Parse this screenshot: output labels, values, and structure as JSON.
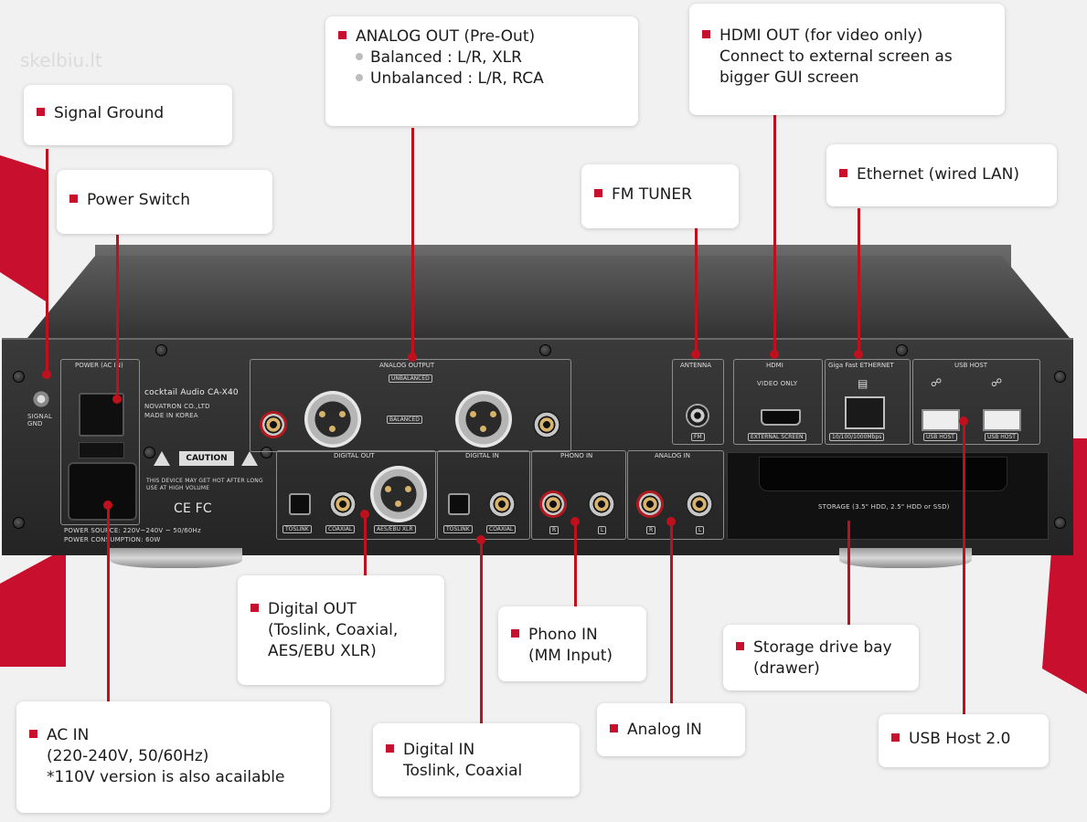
{
  "watermark": "skelbiu.lt",
  "device": {
    "brand": "cocktail Audio CA-X40",
    "maker": "NOVATRON CO.,LTD",
    "made_in": "MADE IN KOREA",
    "caution": "CAUTION",
    "warning": "THIS DEVICE MAY GET HOT AFTER LONG USE AT HIGH VOLUME",
    "power_source": "POWER SOURCE: 220V~240V ~ 50/60Hz",
    "power_consumption": "POWER CONSUMPTION: 60W",
    "power_panel": "POWER (AC IN)",
    "signal_gnd": "SIGNAL GND",
    "analog_output": "ANALOG OUTPUT",
    "unbalanced": "UNBALANCED",
    "balanced": "BALANCED",
    "antenna": "ANTENNA",
    "fm": "FM",
    "hdmi": "HDMI",
    "video_only": "VIDEO ONLY",
    "external_screen": "EXTERNAL SCREEN",
    "ethernet": "Giga Fast ETHERNET",
    "ethernet_speed": "10/100/1000Mbps",
    "usb_host": "USB HOST",
    "usb_host_port": "USB HOST",
    "digital_out": "DIGITAL OUT",
    "digital_in": "DIGITAL IN",
    "phono_in": "PHONO IN",
    "analog_in": "ANALOG IN",
    "toslink": "TOSLINK",
    "coaxial": "COAXIAL",
    "aes": "AES/EBU XLR",
    "r": "R",
    "l": "L",
    "storage": "STORAGE (3.5\" HDD, 2.5\" HDD or SSD)",
    "cert": "CE  FC"
  },
  "callouts": {
    "analog_out": {
      "title": "ANALOG OUT (Pre-Out)",
      "sub1": "Balanced : L/R, XLR",
      "sub2": "Unbalanced : L/R, RCA"
    },
    "hdmi_out": {
      "title": "HDMI OUT (for video only)",
      "line2": "Connect to external screen as",
      "line3": "bigger GUI screen"
    },
    "signal_ground": {
      "title": "Signal Ground"
    },
    "power_switch": {
      "title": "Power Switch"
    },
    "fm_tuner": {
      "title": "FM TUNER"
    },
    "ethernet": {
      "title": "Ethernet (wired LAN)"
    },
    "digital_out": {
      "title": "Digital OUT",
      "line2": "(Toslink, Coaxial,",
      "line3": "AES/EBU XLR)"
    },
    "phono_in": {
      "title": "Phono IN",
      "line2": "(MM Input)"
    },
    "storage": {
      "title": "Storage drive bay",
      "line2": "(drawer)"
    },
    "ac_in": {
      "title": "AC IN",
      "line2": "(220-240V, 50/60Hz)",
      "line3": "*110V version is also acailable"
    },
    "digital_in": {
      "title": "Digital IN",
      "line2": "Toslink, Coaxial"
    },
    "analog_in": {
      "title": "Analog IN"
    },
    "usb_host": {
      "title": "USB Host 2.0"
    }
  }
}
